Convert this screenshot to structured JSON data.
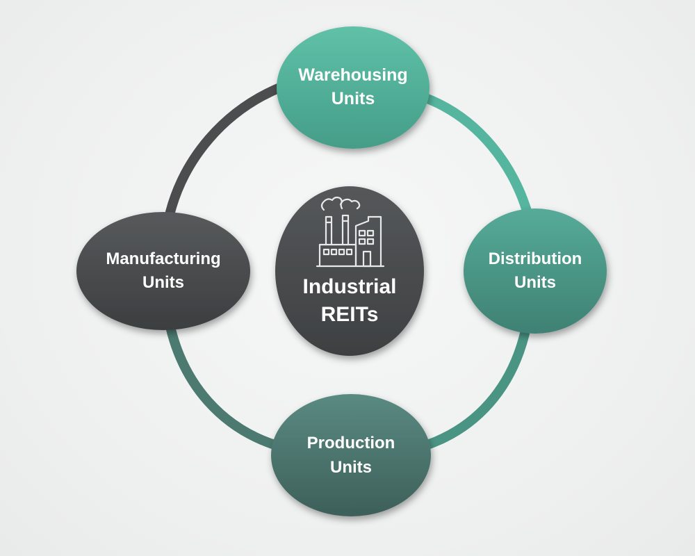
{
  "diagram": {
    "center": {
      "icon": "factory-icon",
      "line1": "Industrial",
      "line2": "REITs"
    },
    "nodes": [
      {
        "id": "warehousing",
        "line1": "Warehousing",
        "line2": "Units"
      },
      {
        "id": "distribution",
        "line1": "Distribution",
        "line2": "Units"
      },
      {
        "id": "production",
        "line1": "Production",
        "line2": "Units"
      },
      {
        "id": "manufacturing",
        "line1": "Manufacturing",
        "line2": "Units"
      }
    ],
    "colors": {
      "teal_light": "#55b39c",
      "teal_mid": "#4a8d80",
      "teal_dark": "#3d6b63",
      "charcoal": "#4a4c4d",
      "charcoal_dark": "#3a3c3d"
    }
  }
}
